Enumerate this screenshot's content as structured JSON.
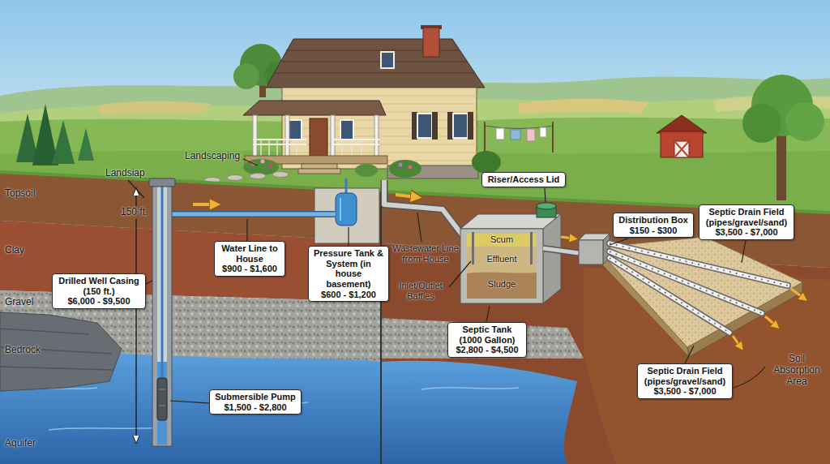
{
  "diagram": {
    "nodes": [
      {
        "text": [
          "Riser/Access Lid"
        ]
      },
      {
        "text": [
          "Septic Drain Field (pipes/gravel/sand)",
          "$3,500 - $7,000"
        ]
      },
      {
        "text": [
          "Distribution Box",
          "$150 - $300"
        ]
      },
      {
        "text": [
          "Water Line to House",
          "$900 - $1,600"
        ]
      },
      {
        "text": [
          "Pressure Tank & System (in house basement)",
          "$600 - $1,200"
        ]
      },
      {
        "text": [
          "Drilled Well Casing (150 ft.)",
          "$6,000 - $9,500"
        ]
      },
      {
        "text": [
          "Septic Tank (1000 Gallon)",
          "$2,800 - $4,500"
        ]
      },
      {
        "text": [
          "Septic Drain Field (pipes/gravel/sand)",
          "$3,500 - $7,000"
        ]
      },
      {
        "text": [
          "Submersible Pump",
          "$1,500 - $2,800"
        ]
      }
    ],
    "labels": [
      "Landscaping",
      "Landsiap",
      "Topsoil",
      "150 ft.",
      "Scum",
      "Clay",
      "Wastewater Line from House",
      "Effluent",
      "Inlet/Outlet Baffles",
      "Sludge",
      "Gravel",
      "Bedrock",
      "Soil Absorption Area",
      "Aquifer"
    ]
  }
}
